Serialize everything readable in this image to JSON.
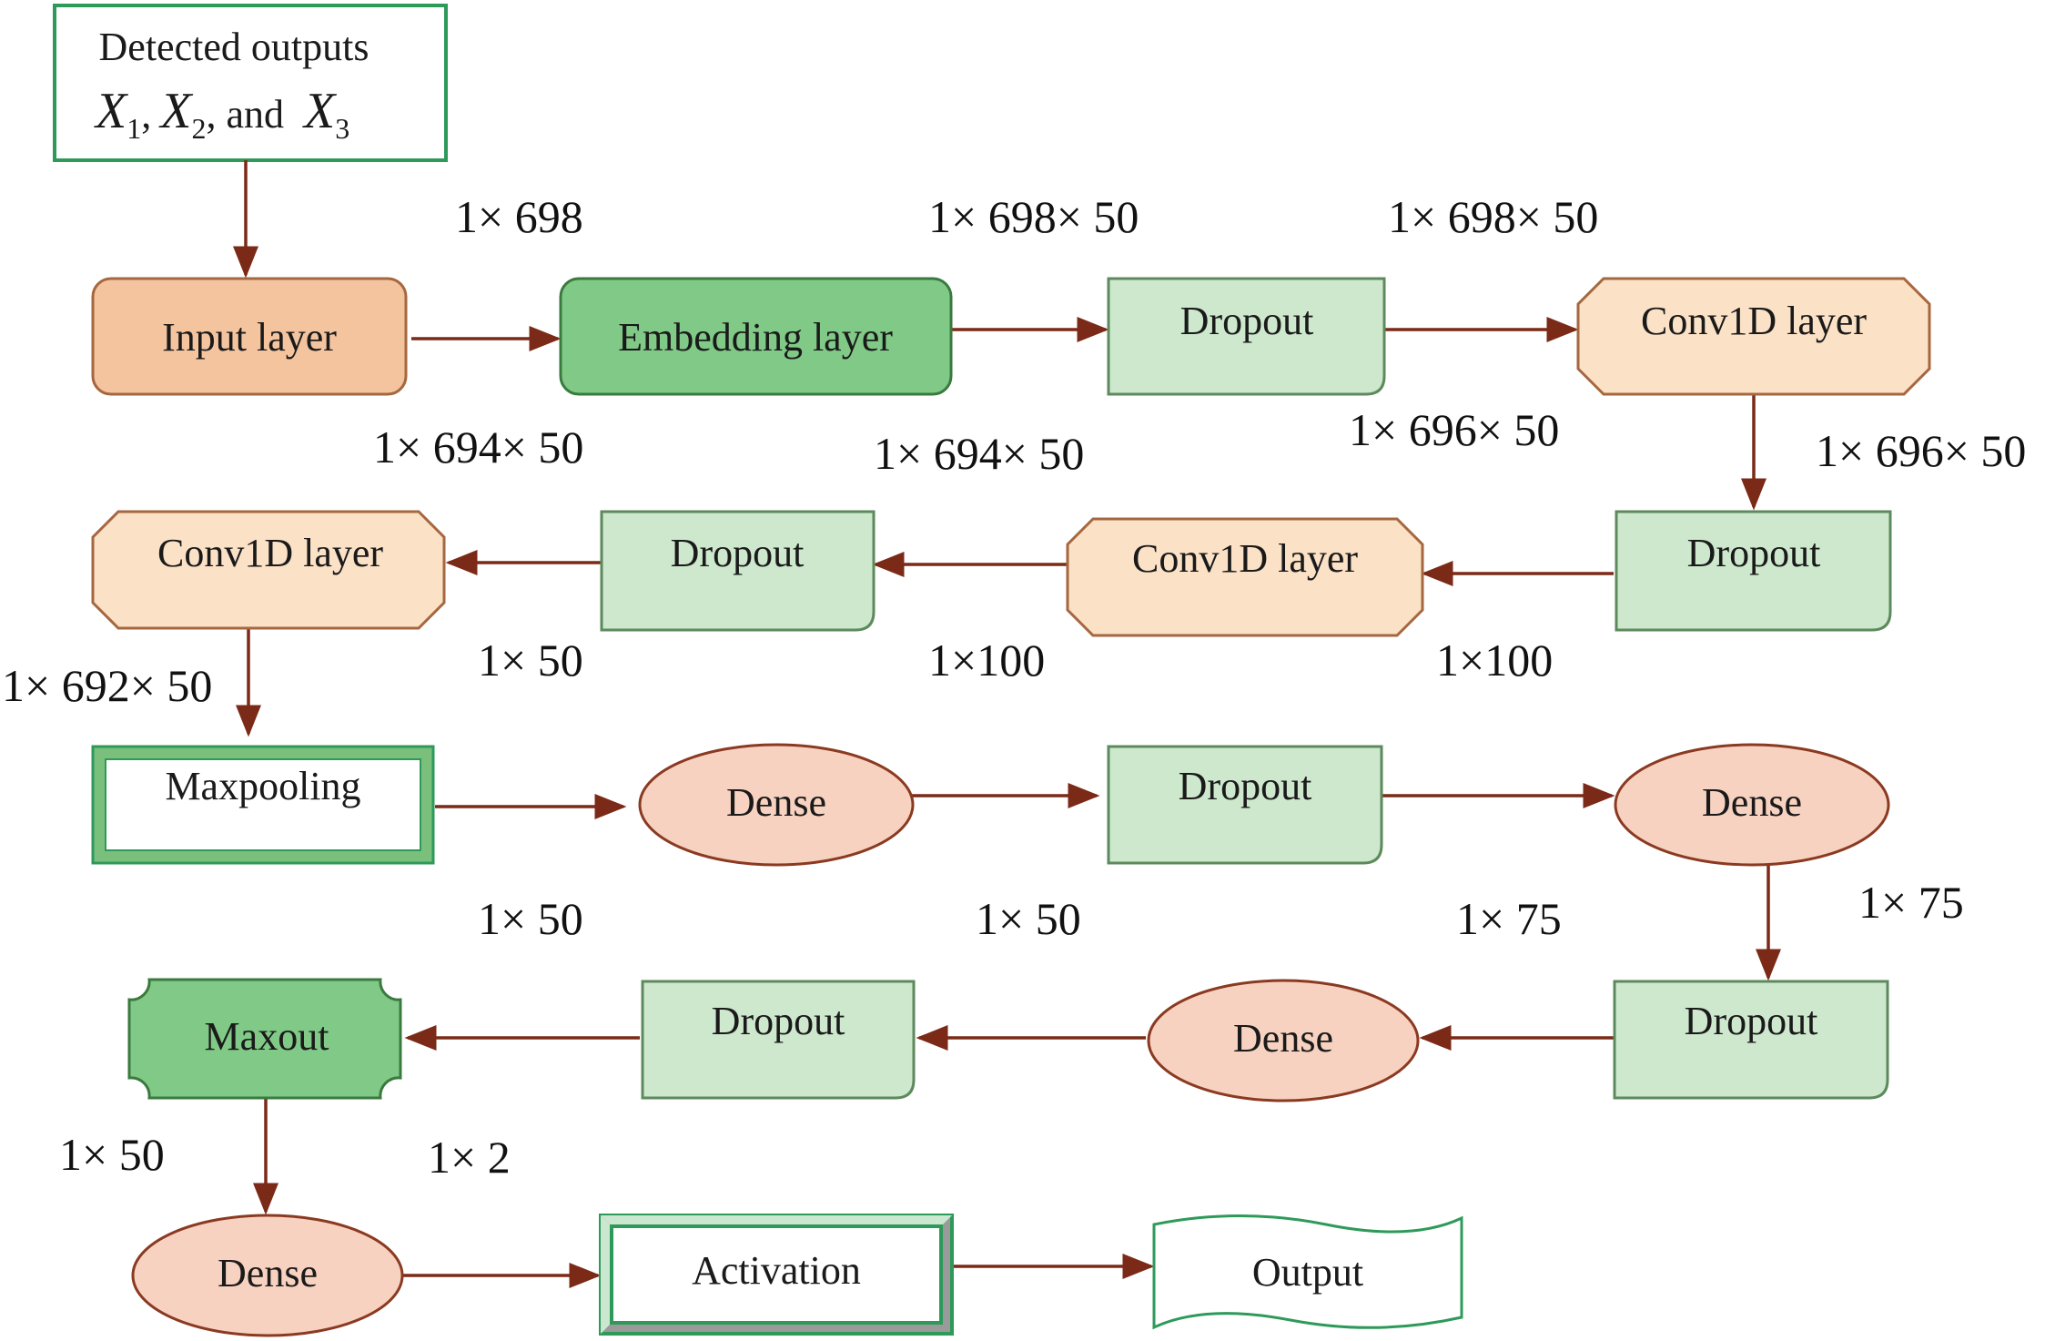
{
  "colors": {
    "arrow": "#7b2a17",
    "input_fill": "#f4c49f",
    "input_stroke": "#a5673f",
    "embed_fill": "#80c987",
    "embed_stroke": "#3a7a3f",
    "dropout_fill": "#cde8cd",
    "dropout_stroke": "#5d8a5d",
    "conv_fill": "#fbe1c6",
    "conv_stroke": "#a5673f",
    "dense_fill": "#f8d2c0",
    "dense_stroke": "#8b3a22",
    "maxout_fill": "#80c987",
    "maxout_stroke": "#3a7a3f",
    "double_green": "#2e9a5a",
    "double_frame_fill": "#7bbf7d"
  },
  "header_box": {
    "title": "Detected outputs",
    "math": [
      {
        "sym": "X",
        "sub": "1"
      },
      {
        "sep": ","
      },
      {
        "sym": "X",
        "sub": "2"
      },
      {
        "sep": ", and"
      },
      {
        "sym": "X",
        "sub": "3"
      }
    ]
  },
  "nodes": {
    "input": "Input layer",
    "embedding": "Embedding layer",
    "dropout1": "Dropout",
    "conv1": "Conv1D layer",
    "dropout2": "Dropout",
    "conv2": "Conv1D layer",
    "dropout3": "Dropout",
    "conv3": "Conv1D layer",
    "maxpool": "Maxpooling",
    "dense1": "Dense",
    "dropout4": "Dropout",
    "dense2": "Dense",
    "dropout5": "Dropout",
    "dense3": "Dense",
    "dropout6": "Dropout",
    "maxout": "Maxout",
    "dense4": "Dense",
    "activation": "Activation",
    "output": "Output"
  },
  "dims": {
    "d1": "1× 698",
    "d2": "1× 698× 50",
    "d3": "1× 698× 50",
    "d4": "1× 694× 50",
    "d5": "1× 694× 50",
    "d6": "1× 696× 50",
    "d7": "1× 696× 50",
    "d8": "1× 50",
    "d9": "1×100",
    "d10": "1×100",
    "d11": "1× 692× 50",
    "d12": "1× 50",
    "d13": "1× 50",
    "d14": "1× 75",
    "d15": "1× 75",
    "d16": "1× 50",
    "d17": "1× 2"
  }
}
